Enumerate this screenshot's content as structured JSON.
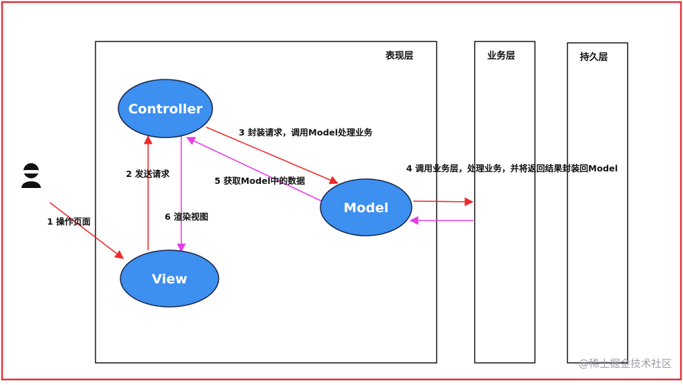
{
  "diagram": {
    "layers": {
      "presentation": "表现层",
      "business": "业务层",
      "persistence": "持久层"
    },
    "nodes": {
      "controller": "Controller",
      "view": "View",
      "model": "Model"
    },
    "steps": {
      "s1": "1 操作页面",
      "s2": "2 发送请求",
      "s3": "3 封装请求，调用Model处理业务",
      "s4": "4 调用业务层，处理业务，并将返回结果封装回Model",
      "s5": "5 获取Model中的数据",
      "s6": "6 渲染视图"
    },
    "watermark": "@稀土掘金技术社区",
    "colors": {
      "frame": "#e0313b",
      "node_fill": "#3d8ff0",
      "node_stroke": "#1b2a4a",
      "request_arrow": "#ee2b2b",
      "response_arrow": "#e83de8",
      "layer_border": "#222222"
    },
    "icons": {
      "user": "user-icon"
    }
  }
}
